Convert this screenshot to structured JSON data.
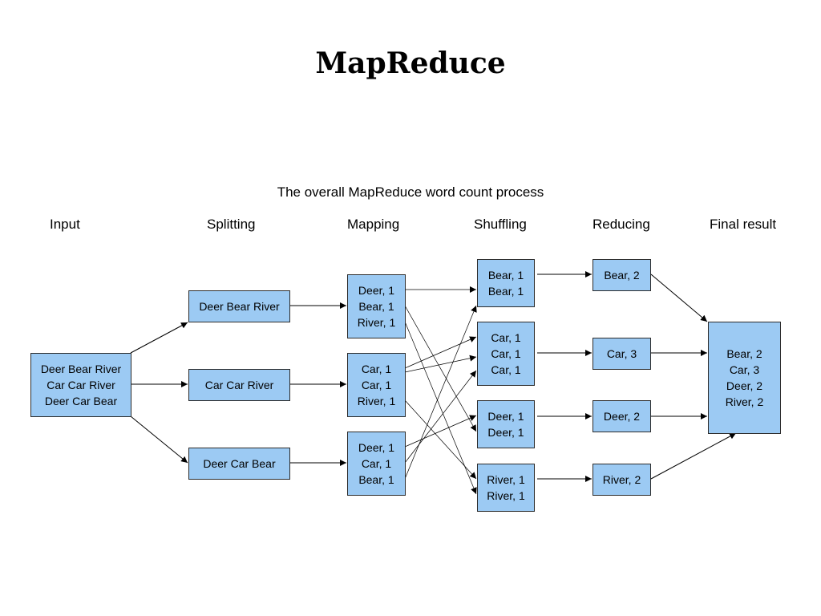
{
  "slide_title": "MapReduce",
  "diagram_title": "The overall MapReduce word count process",
  "stages": [
    "Input",
    "Splitting",
    "Mapping",
    "Shuffling",
    "Reducing",
    "Final result"
  ],
  "input": [
    "Deer Bear River",
    "Car Car River",
    "Deer Car Bear"
  ],
  "splitting": [
    [
      "Deer Bear River"
    ],
    [
      "Car Car River"
    ],
    [
      "Deer Car Bear"
    ]
  ],
  "mapping": [
    [
      "Deer, 1",
      "Bear, 1",
      "River, 1"
    ],
    [
      "Car, 1",
      "Car, 1",
      "River, 1"
    ],
    [
      "Deer, 1",
      "Car, 1",
      "Bear, 1"
    ]
  ],
  "shuffling": [
    [
      "Bear, 1",
      "Bear, 1"
    ],
    [
      "Car, 1",
      "Car, 1",
      "Car, 1"
    ],
    [
      "Deer, 1",
      "Deer, 1"
    ],
    [
      "River, 1",
      "River, 1"
    ]
  ],
  "reducing": [
    [
      "Bear, 2"
    ],
    [
      "Car, 3"
    ],
    [
      "Deer, 2"
    ],
    [
      "River, 2"
    ]
  ],
  "final_result": [
    "Bear, 2",
    "Car, 3",
    "Deer, 2",
    "River, 2"
  ],
  "colors": {
    "box_fill": "#9ccaf3",
    "box_border": "#2c2c2c",
    "arrow": "#000000"
  }
}
